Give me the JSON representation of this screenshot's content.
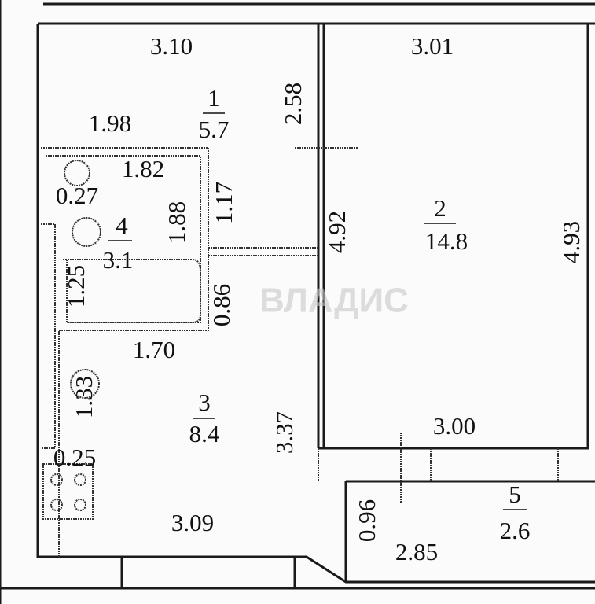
{
  "watermark": "ВЛАДИС",
  "rooms": [
    {
      "number": "1",
      "area": "5.7"
    },
    {
      "number": "2",
      "area": "14.8"
    },
    {
      "number": "3",
      "area": "8.4"
    },
    {
      "number": "4",
      "area": "3.1"
    },
    {
      "number": "5",
      "area": "2.6"
    }
  ],
  "dimensions": {
    "r1_top": "3.10",
    "r1_left": "1.98",
    "r1_height": "2.58",
    "r1_corridor": "1.17",
    "r2_top": "3.01",
    "r2_left": "4.92",
    "r2_right": "4.93",
    "r2_bottom": "3.00",
    "r4_top": "1.82",
    "r4_niche": "0.27",
    "r4_height": "1.88",
    "r4_bath": "1.25",
    "r3_door": "0.86",
    "r3_top": "1.70",
    "r3_left": "1.33",
    "r3_niche": "0.25",
    "r3_right": "3.37",
    "r3_bottom": "3.09",
    "r5_left": "0.96",
    "r5_bottom": "2.85"
  }
}
